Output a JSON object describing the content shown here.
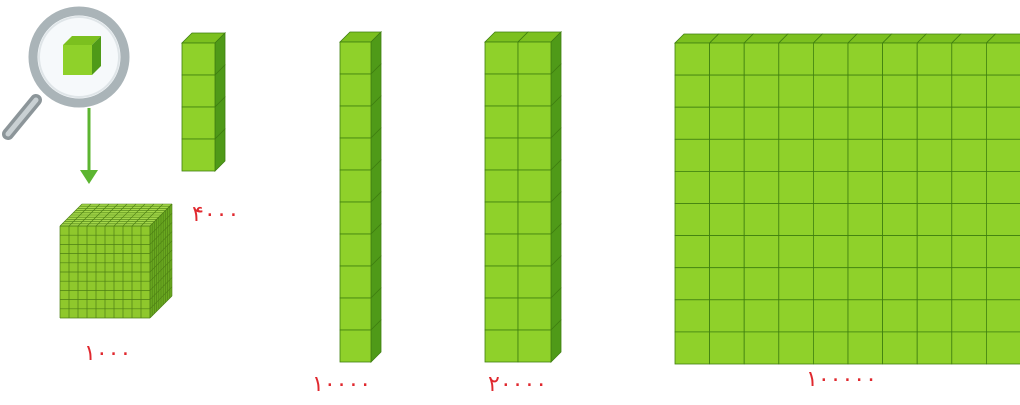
{
  "header": {
    "text": ""
  },
  "colors": {
    "face": "#8fd12a",
    "side": "#4f9a18",
    "top": "#7cc01f",
    "edge": "#3f7f10",
    "label": "#e0282e",
    "arrow": "#5cb531",
    "glass_frame": "#b8c4c8",
    "handle": "#a7b0b4"
  },
  "icons": {
    "magnifier": "magnifier-icon",
    "arrow": "arrow-down-icon"
  },
  "labels": {
    "cube_label": "۱۰۰۰",
    "stack4_label": "۴۰۰۰",
    "stack10_label": "۱۰۰۰۰",
    "stack20_label": "۲۰۰۰۰",
    "grid100_label": "۱۰۰۰۰۰"
  },
  "figures": {
    "stack4": {
      "cols": 1,
      "rows": 4
    },
    "stack10": {
      "cols": 1,
      "rows": 10
    },
    "stack20": {
      "cols": 2,
      "rows": 10
    },
    "grid100": {
      "cols": 10,
      "rows": 10
    }
  }
}
